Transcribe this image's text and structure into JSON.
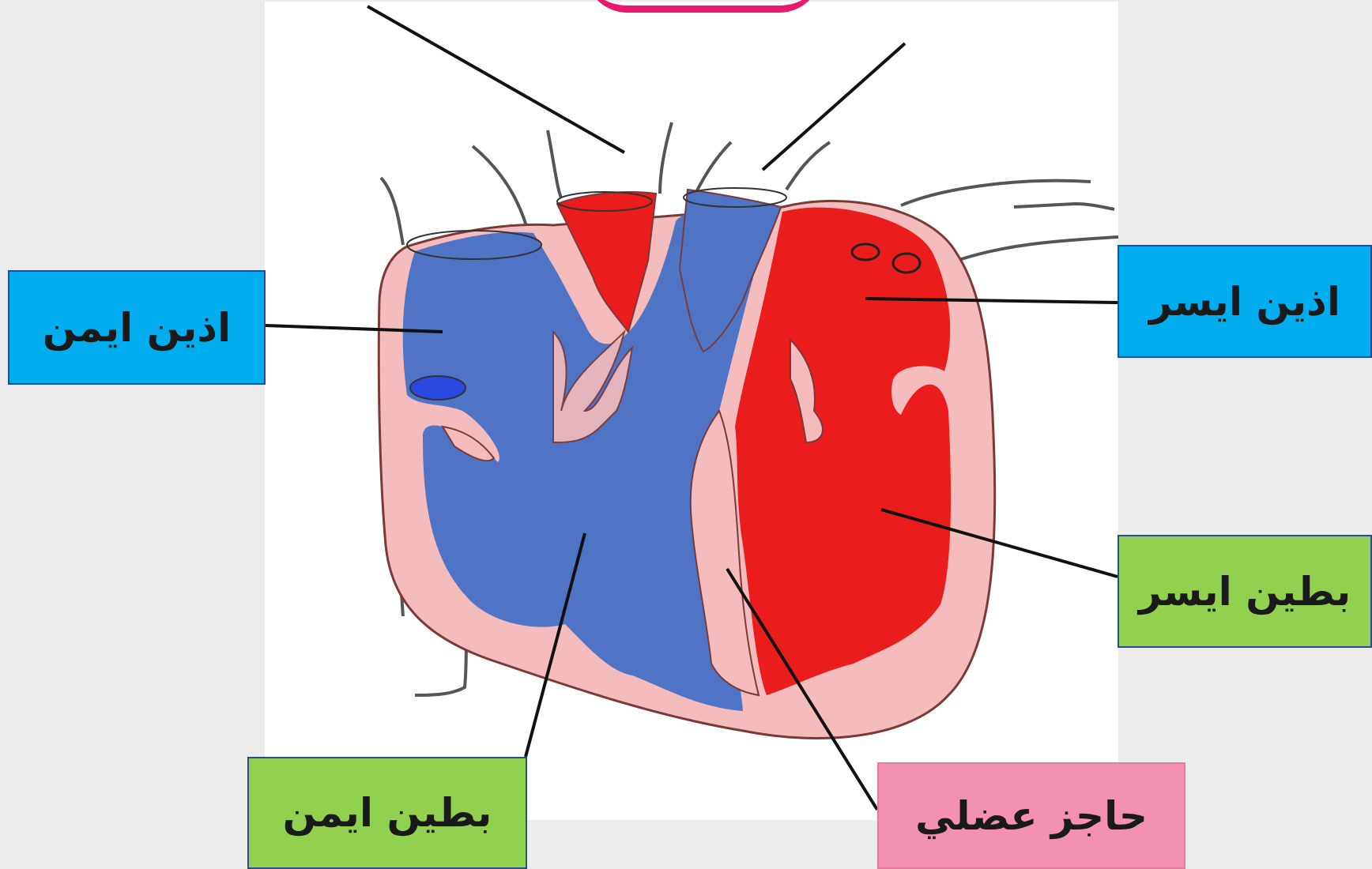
{
  "colors": {
    "background": "#ececec",
    "panel": "#ffffff",
    "blue_label": "#00aeef",
    "green_label": "#92d050",
    "pink_label": "#f391b3",
    "deoxygenated_blood": "#4f74c6",
    "oxygenated_blood": "#ea1c1c",
    "heart_wall": "#f4bcbc"
  },
  "labels": {
    "right_atrium": "اذين ايمن",
    "left_atrium": "اذين ايسر",
    "left_ventricle": "بطين ايسر",
    "right_ventricle": "بطين ايمن",
    "septum": "حاجز عضلي"
  }
}
